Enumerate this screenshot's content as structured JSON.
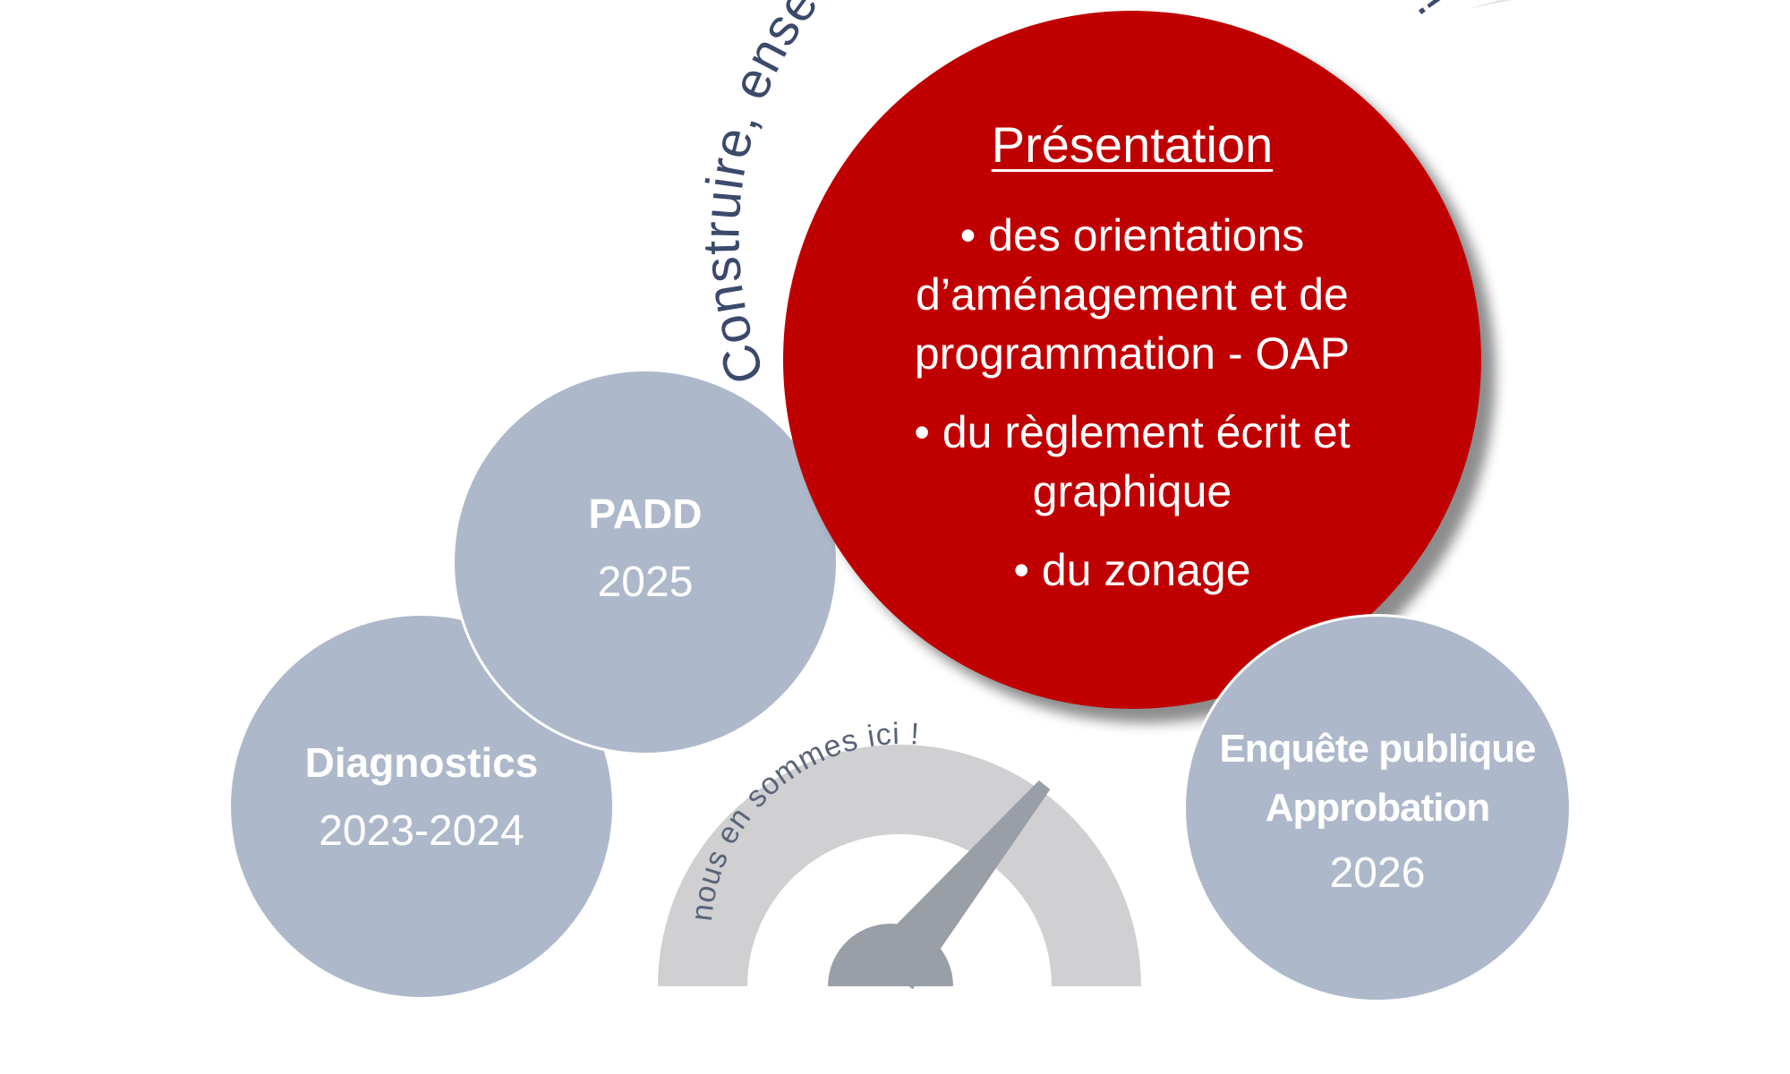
{
  "slogan": "Construire, ensemble, le territoire de demain !",
  "phases": {
    "diagnostics": {
      "title": "Diagnostics",
      "date": "2023-2024"
    },
    "padd": {
      "title": "PADD",
      "date": "2025"
    },
    "enquete": {
      "title_line1": "Enquête publique",
      "title_line2": "Approbation",
      "date": "2026"
    }
  },
  "presentation": {
    "title": "Présentation",
    "items": [
      "des orientations d’aménagement et de programmation - OAP",
      "du règlement écrit et graphique",
      "du zonage"
    ],
    "bullet": "•"
  },
  "gauge": {
    "label": "nous en sommes ici !",
    "level": 0.72
  },
  "colors": {
    "primary_red": "#c00000",
    "phase_grey": "#adb9ca",
    "slogan_navy": "#3b4a6b",
    "gauge_track": "#d0cfd1",
    "gauge_needle": "#9a9ea6"
  }
}
